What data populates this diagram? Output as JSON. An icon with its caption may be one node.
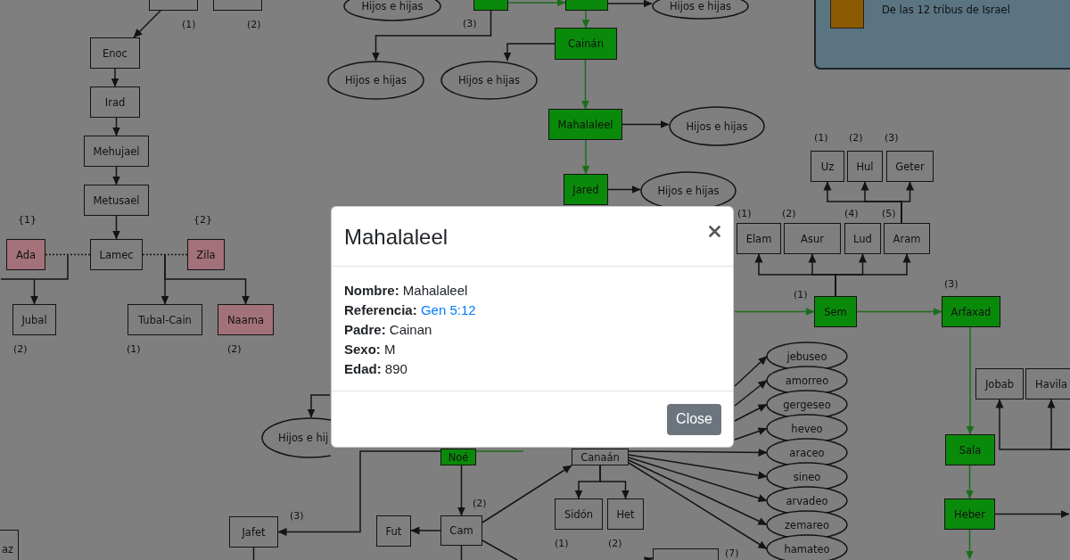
{
  "diagram": {
    "nodes": [
      {
        "text": [],
        "shape": "box",
        "beside": [
          "(1)"
        ]
      },
      {
        "text": [],
        "shape": "box",
        "beside": [
          "(2)"
        ]
      },
      {
        "text": [
          "Hijos e hijas"
        ]
      },
      {
        "text": [],
        "shape": "box",
        "beside": [
          "(3)"
        ]
      },
      {
        "text": [],
        "shape": "box"
      },
      {
        "text": [
          "Hijos e hijas"
        ]
      },
      {
        "text": [
          "Enoc"
        ]
      },
      {
        "text": [
          "Cainán"
        ]
      },
      {
        "text": [
          "Hijos e hijas"
        ]
      },
      {
        "text": [
          "Hijos e hijas"
        ]
      },
      {
        "text": [
          "Irad"
        ]
      },
      {
        "text": [
          "Mahalaleel"
        ]
      },
      {
        "text": [
          "Hijos e hijas"
        ]
      },
      {
        "text": [
          "Mehujael"
        ]
      },
      {
        "text": [
          "Uz"
        ],
        "beside": [
          "(1)"
        ]
      },
      {
        "text": [
          "Hul"
        ],
        "beside": [
          "(2)"
        ]
      },
      {
        "text": [
          "Geter"
        ],
        "beside": [
          "(3)"
        ]
      },
      {
        "text": [
          "Jared"
        ]
      },
      {
        "text": [
          "Hijos e hijas"
        ]
      },
      {
        "text": [
          "Metusael"
        ]
      },
      {
        "text": [
          "Elam"
        ],
        "beside": [
          "(1)"
        ]
      },
      {
        "text": [
          "Asur"
        ],
        "beside": [
          "(2)"
        ]
      },
      {
        "text": [
          "Lud"
        ],
        "beside": [
          "(4)"
        ]
      },
      {
        "text": [
          "Aram"
        ],
        "beside": [
          "(5)"
        ]
      },
      {
        "text": [
          "Ada"
        ],
        "beside": [
          "{1}"
        ]
      },
      {
        "text": [
          "Lamec"
        ]
      },
      {
        "text": [
          "Zila"
        ],
        "beside": [
          "{2}"
        ]
      },
      {
        "text": [
          "Sem"
        ],
        "beside": [
          "(1)"
        ]
      },
      {
        "text": [
          "Arfaxad"
        ],
        "beside": [
          "(3)"
        ]
      },
      {
        "text": [
          "Jubal"
        ],
        "beside": [
          "(2)"
        ]
      },
      {
        "text": [
          "Tubal-Cain"
        ],
        "beside": [
          "(1)"
        ]
      },
      {
        "text": [
          "Naama"
        ],
        "beside": [
          "(2)"
        ]
      },
      {
        "text": [
          "jebuseo"
        ]
      },
      {
        "text": [
          "Jobab"
        ]
      },
      {
        "text": [
          "Havila"
        ]
      },
      {
        "text": [
          "amorreo"
        ]
      },
      {
        "text": [
          "gergeseo"
        ]
      },
      {
        "text": [
          "Hijos e hij"
        ]
      },
      {
        "text": [
          "heveo"
        ]
      },
      {
        "text": [
          "Noé"
        ]
      },
      {
        "text": [
          "Canaán"
        ]
      },
      {
        "text": [
          "araceo"
        ]
      },
      {
        "text": [
          "Sala"
        ]
      },
      {
        "text": [
          "sineo"
        ]
      },
      {
        "text": [
          "arvadeo"
        ]
      },
      {
        "text": [
          "Sidón"
        ],
        "beside": [
          "(1)"
        ]
      },
      {
        "text": [
          "Het"
        ],
        "beside": [
          "(2)"
        ]
      },
      {
        "text": [
          "Heber"
        ]
      },
      {
        "text": [
          "Cam"
        ],
        "beside": [
          "(2)"
        ]
      },
      {
        "text": [
          "Fut"
        ]
      },
      {
        "text": [
          "Jafet"
        ],
        "beside": [
          "(3)"
        ]
      },
      {
        "text": [
          "zemareo"
        ]
      },
      {
        "text": [
          "az"
        ]
      },
      {
        "text": [],
        "shape": "box",
        "beside": [
          "(7)"
        ]
      },
      {
        "text": [
          "hamateo"
        ]
      }
    ],
    "edges": [
      {
        "from": 0,
        "to": 6,
        "arrow": "to"
      },
      {
        "from": 3,
        "to": 8,
        "arrow": "to"
      },
      {
        "from": 4,
        "to": 7,
        "arrow": "to",
        "color": "#1a6e1a"
      },
      {
        "from": 7,
        "to": 9,
        "arrow": "to"
      },
      {
        "from": 6,
        "to": 10,
        "arrow": "to"
      },
      {
        "from": 7,
        "to": 11,
        "arrow": "to",
        "color": "#1a6e1a"
      },
      {
        "from": 11,
        "to": 12,
        "arrow": "to"
      },
      {
        "from": 10,
        "to": 13,
        "arrow": "to"
      },
      {
        "from": 13,
        "to": 19,
        "arrow": "to"
      },
      {
        "from": 11,
        "to": 17,
        "arrow": "to",
        "color": "#1a6e1a"
      },
      {
        "from": 17,
        "to": 18,
        "arrow": "to"
      },
      {
        "from": 19,
        "to": 25,
        "arrow": "to"
      },
      {
        "from": 23,
        "to": 14,
        "arrow": "to"
      },
      {
        "from": 23,
        "to": 15,
        "arrow": "to"
      },
      {
        "from": 23,
        "to": 16,
        "arrow": "to"
      },
      {
        "from": 27,
        "to": 20,
        "arrow": "to"
      },
      {
        "from": 27,
        "to": 21,
        "arrow": "to"
      },
      {
        "from": 27,
        "to": 22,
        "arrow": "to"
      },
      {
        "from": 27,
        "to": 23,
        "arrow": "to"
      },
      {
        "from": 24,
        "to": 25,
        "arrow": "none",
        "style": "dashed"
      },
      {
        "from": 25,
        "to": 26,
        "arrow": "none",
        "style": "dashed"
      },
      {
        "from": null,
        "to": 29,
        "arrow": "to"
      },
      {
        "from": null,
        "to": 30,
        "arrow": "to"
      },
      {
        "from": null,
        "to": 31,
        "arrow": "to"
      },
      {
        "from": null,
        "to": 27,
        "arrow": "to",
        "color": "#1a6e1a"
      },
      {
        "from": 27,
        "to": 28,
        "arrow": "to",
        "color": "#1a6e1a"
      },
      {
        "from": 28,
        "to": 42,
        "arrow": "to",
        "color": "#1a6e1a"
      },
      {
        "from": null,
        "to": 33,
        "arrow": "to"
      },
      {
        "from": null,
        "to": 34,
        "arrow": "to"
      },
      {
        "from": null,
        "to": 37,
        "arrow": "to"
      },
      {
        "from": null,
        "to": 32,
        "arrow": "to"
      },
      {
        "from": null,
        "to": 35,
        "arrow": "to"
      },
      {
        "from": null,
        "to": 36,
        "arrow": "to"
      },
      {
        "from": null,
        "to": 38,
        "arrow": "to"
      },
      {
        "from": 40,
        "to": 41,
        "arrow": "to"
      },
      {
        "from": 40,
        "to": 43,
        "arrow": "to"
      },
      {
        "from": 40,
        "to": 44,
        "arrow": "to"
      },
      {
        "from": 40,
        "to": 51,
        "arrow": "to"
      },
      {
        "from": 40,
        "to": 54,
        "arrow": "to"
      },
      {
        "from": 42,
        "to": 47,
        "arrow": "to",
        "color": "#1a6e1a"
      },
      {
        "from": 47,
        "to": null,
        "arrow": "to",
        "color": "#1a6e1a"
      },
      {
        "from": 47,
        "to": null,
        "arrow": "to"
      },
      {
        "from": 39,
        "to": 48,
        "arrow": "to"
      },
      {
        "from": 48,
        "to": 40,
        "arrow": "to"
      },
      {
        "from": 40,
        "to": 45,
        "arrow": "to"
      },
      {
        "from": 40,
        "to": 46,
        "arrow": "to"
      },
      {
        "from": 48,
        "to": 49,
        "arrow": "to"
      },
      {
        "from": 39,
        "to": 50,
        "arrow": "to"
      },
      {
        "from": 48,
        "to": null,
        "arrow": "none"
      },
      {
        "from": 48,
        "to": null,
        "arrow": "none"
      },
      {
        "from": 50,
        "to": null,
        "arrow": "none"
      },
      {
        "from": null,
        "to": 53,
        "arrow": "to"
      },
      {
        "from": 3,
        "to": 4,
        "arrow": "to",
        "color": "#1a6e1a"
      },
      {
        "from": 4,
        "to": 5,
        "arrow": "to"
      },
      {
        "from": 39,
        "to": null,
        "arrow": "none",
        "color": "#1a6e1a"
      }
    ],
    "labels": [
      "Mahalaleel",
      "Nombre:",
      "Mahalaleel",
      "Referencia:",
      "Gen 5:12",
      "Padre:",
      "Cainan",
      "Sexo:",
      "M",
      "Edad:",
      "890",
      "Close"
    ],
    "legend": [
      {
        "text": "De las 12 tribus de Israel",
        "color": "#8c5a00"
      }
    ]
  }
}
